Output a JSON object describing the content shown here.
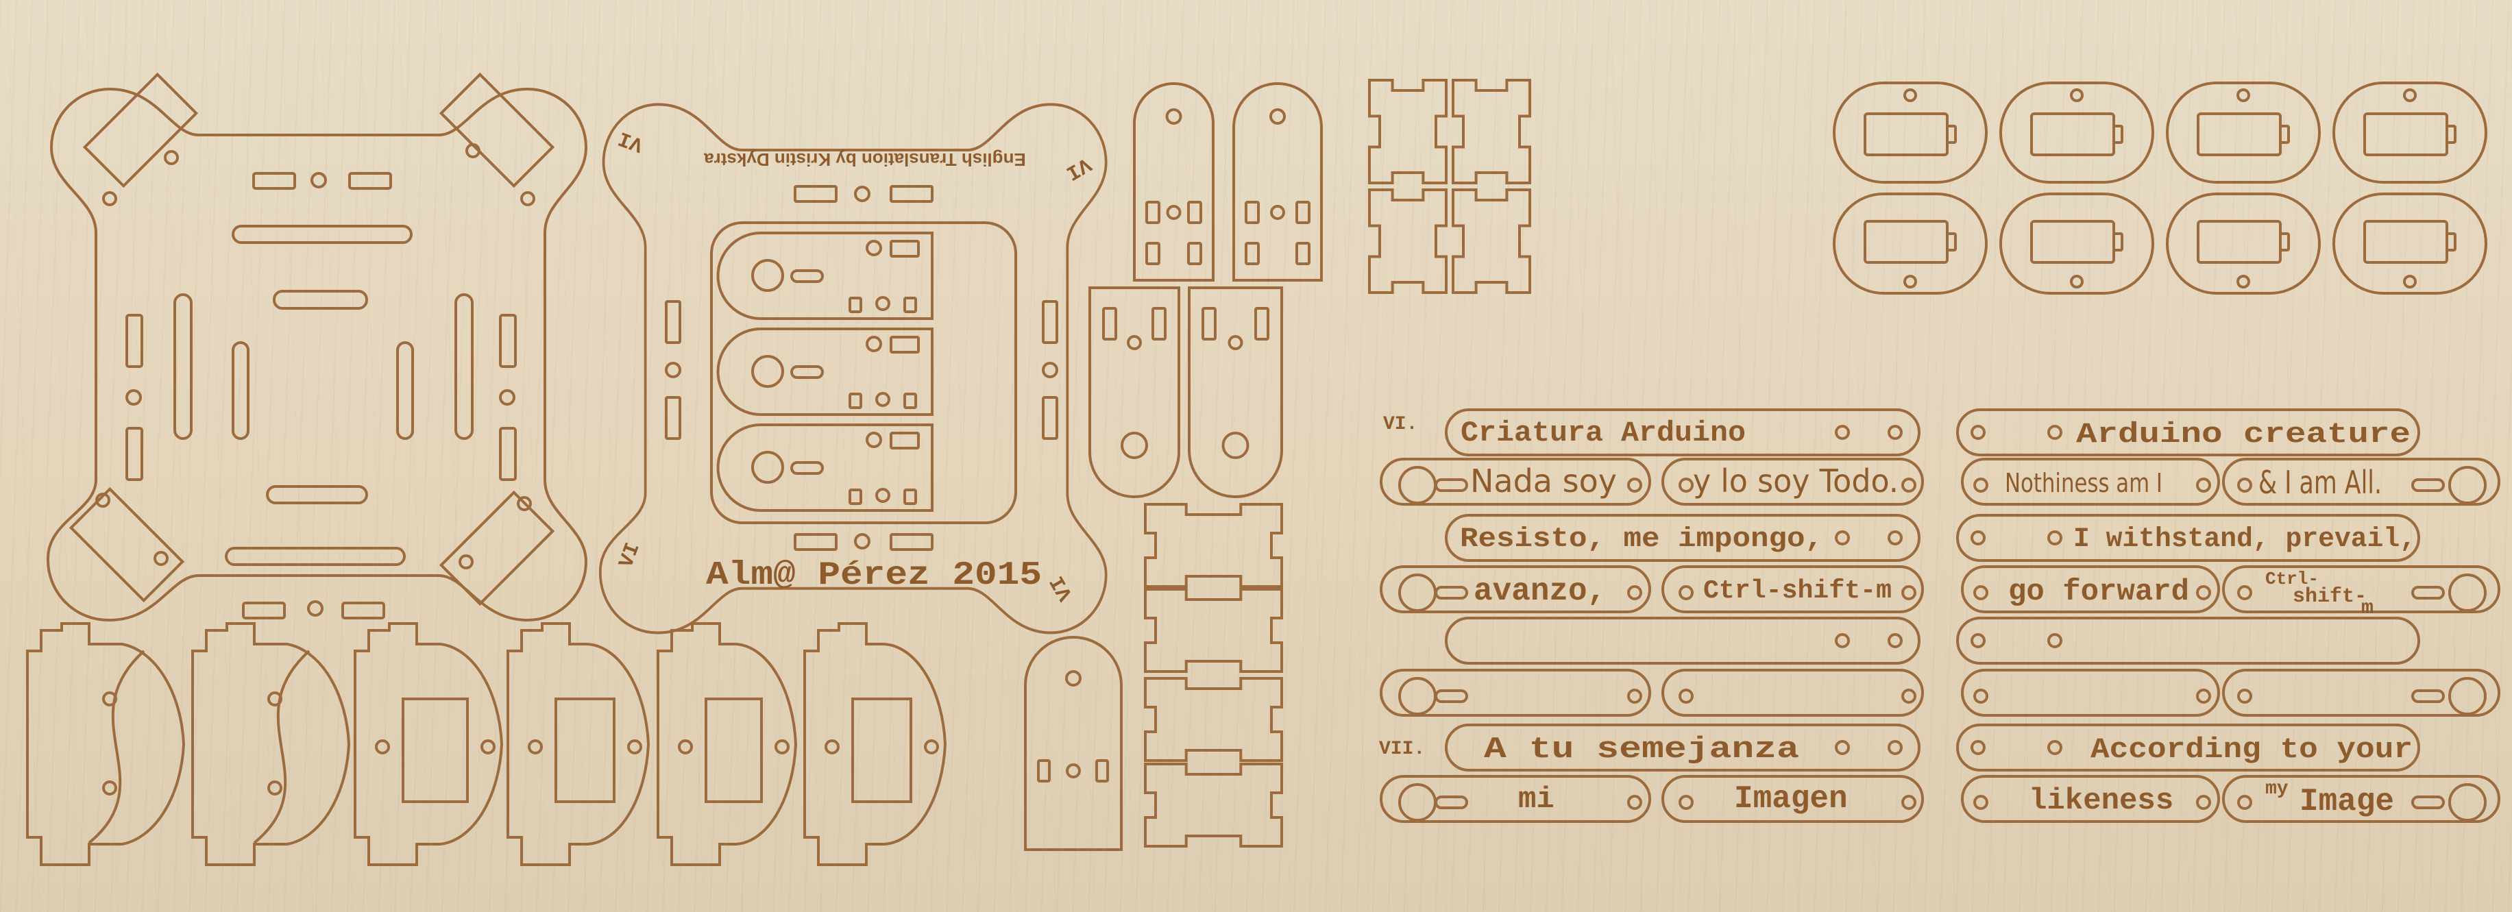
{
  "frame_credits": {
    "translation": "English Translation by Kristin Dykstra",
    "author": "Alm@ Pérez 2015",
    "corner_label": "VI"
  },
  "poem_spanish": {
    "section_vi": "VI.",
    "section_vii": "VII.",
    "lines": [
      "Criatura Arduino",
      "Nada soy",
      "y lo soy Todo.",
      "Resisto, me impongo,",
      "avanzo,",
      "Ctrl-shift-m",
      "A tu semejanza",
      "mi",
      "Imagen"
    ]
  },
  "poem_english": {
    "lines": [
      "Arduino creature",
      "Nothiness am I",
      "& I am All.",
      "I withstand, prevail,",
      "go forward",
      "Ctrl-",
      "shift-",
      "m",
      "According to your",
      "likeness",
      "my",
      "Image"
    ]
  },
  "colors": {
    "wood": "#e6d8c0",
    "burn": "#9c6c3e",
    "text": "#8e5c2c"
  }
}
